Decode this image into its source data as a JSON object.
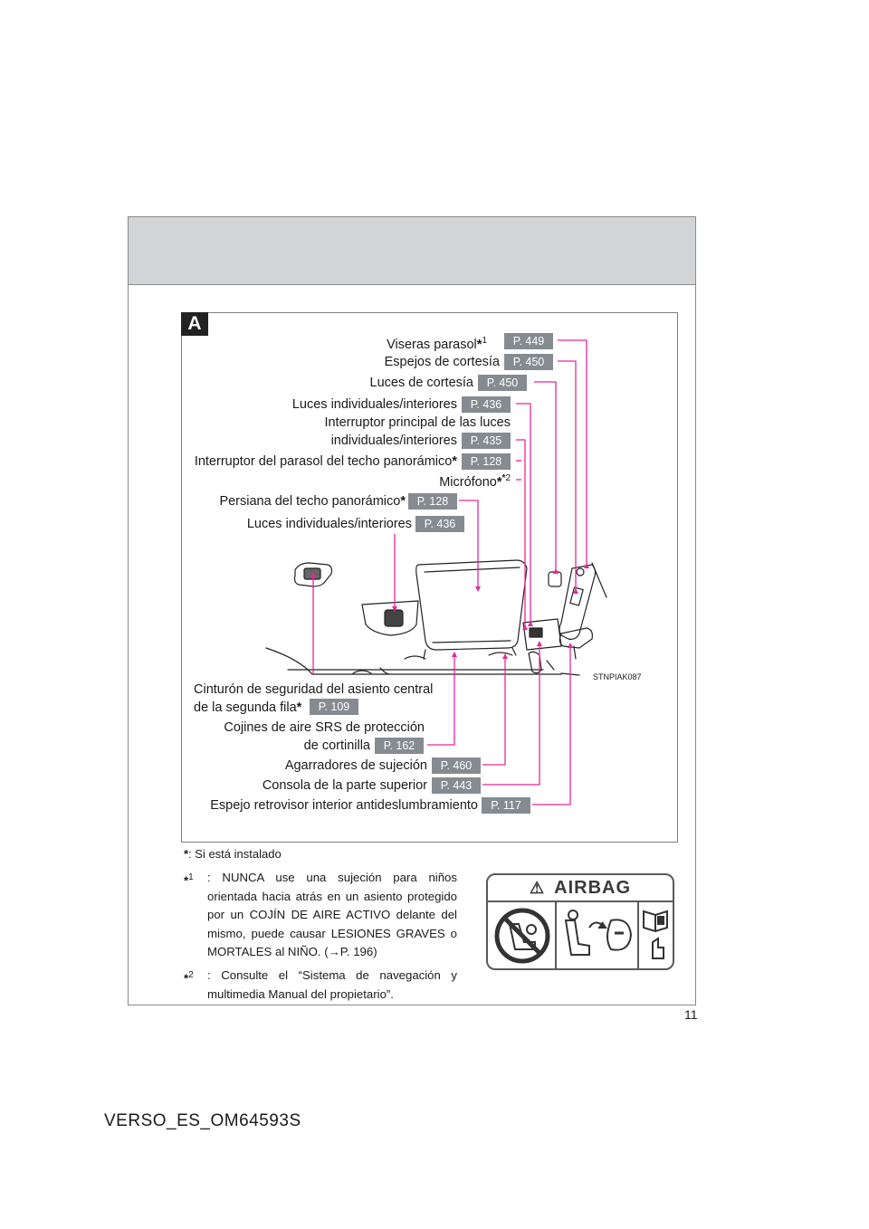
{
  "panel": {
    "tag": "A",
    "figure_code": "STNPIAK087"
  },
  "labels": {
    "viseras": {
      "text": "Viseras parasol",
      "sup": "1",
      "page": "P. 449"
    },
    "espejos": {
      "text": "Espejos de cortesía",
      "page": "P. 450"
    },
    "luces_cortesia": {
      "text": "Luces de cortesía",
      "page": "P. 450"
    },
    "luces_ind_1": {
      "text": "Luces individuales/interiores",
      "page": "P. 436"
    },
    "interruptor_principal_1": {
      "text": "Interruptor principal de las luces"
    },
    "interruptor_principal_2": {
      "text": "individuales/interiores",
      "page": "P. 435"
    },
    "interruptor_parasol": {
      "text": "Interruptor del parasol del techo panorámico",
      "page": "P. 128"
    },
    "microfono": {
      "text": "Micrófono",
      "sup": "2"
    },
    "persiana": {
      "text": "Persiana del techo panorámico",
      "page": "P. 128"
    },
    "luces_ind_2": {
      "text": "Luces individuales/interiores",
      "page": "P. 436"
    },
    "cinturon_1": {
      "text": "Cinturón de seguridad del asiento central"
    },
    "cinturon_2": {
      "text": "de la segunda fila",
      "page": "P. 109"
    },
    "cojines_1": {
      "text": "Cojines de aire SRS de protección"
    },
    "cojines_2": {
      "text": "de cortinilla",
      "page": "P. 162"
    },
    "agarradores": {
      "text": "Agarradores de sujeción",
      "page": "P. 460"
    },
    "consola": {
      "text": "Consola de la parte superior",
      "page": "P. 443"
    },
    "espejo_retrovisor": {
      "text": "Espejo retrovisor interior antideslumbramiento",
      "page": "P. 117"
    }
  },
  "notes": {
    "installed": ": Si está instalado",
    "fn1_mark": "1",
    "fn1_text": ": NUNCA use una sujeción para niños orientada hacia atrás en un asiento protegido por un COJÍN DE AIRE ACTIVO delante del mismo, puede causar LESIONES GRAVES o MORTALES al NIÑO. (→P. 196)",
    "fn2_mark": "2",
    "fn2_text": ": Consulte el “Sistema de navegación y multimedia Manual del propietario”."
  },
  "airbag_label": {
    "title": "AIRBAG"
  },
  "page_number": "11",
  "document_id": "VERSO_ES_OM64593S",
  "colors": {
    "leader": "#e8279a",
    "badge": "#858b91",
    "header_band": "#d2d4d6"
  }
}
